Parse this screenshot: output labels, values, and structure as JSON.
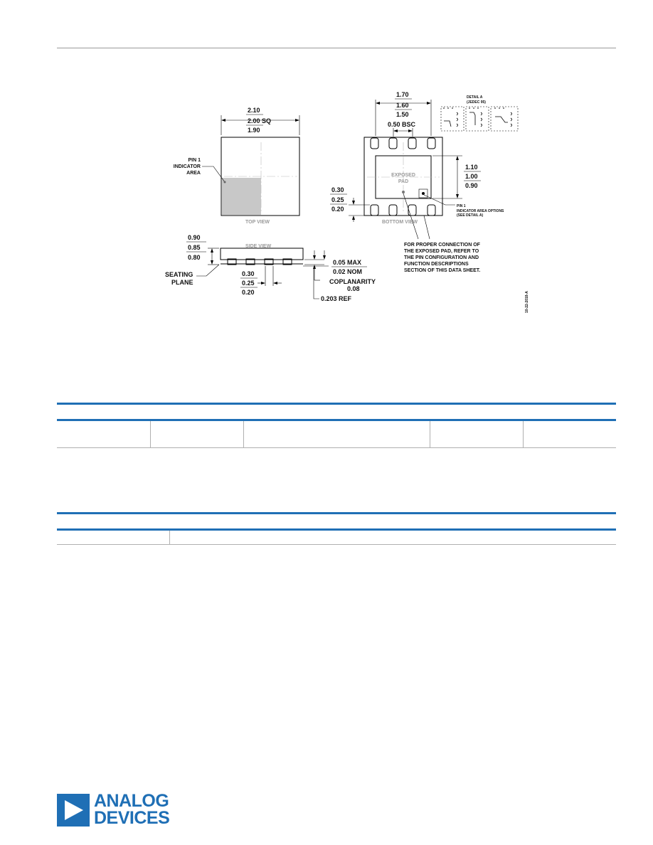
{
  "drawing": {
    "top_view": {
      "label": "TOP VIEW",
      "dims": [
        "2.10",
        "2.00 SQ",
        "1.90"
      ],
      "pin1_label": [
        "PIN 1",
        "INDICATOR",
        "AREA"
      ]
    },
    "side_view": {
      "label": "SIDE VIEW",
      "height_dims": [
        "0.90",
        "0.85",
        "0.80"
      ],
      "lead_dims": [
        "0.30",
        "0.25",
        "0.20"
      ],
      "standoff_dims": [
        "0.05 MAX",
        "0.02 NOM"
      ],
      "coplanarity": [
        "COPLANARITY",
        "0.08"
      ],
      "ref": "0.203 REF",
      "seating_plane": [
        "SEATING",
        "PLANE"
      ]
    },
    "bottom_view": {
      "label": "BOTTOM VIEW",
      "width_dims": [
        "1.70",
        "1.60",
        "1.50"
      ],
      "pitch": "0.50 BSC",
      "height_dims": [
        "1.10",
        "1.00",
        "0.90"
      ],
      "lead_dims": [
        "0.30",
        "0.25",
        "0.20"
      ],
      "pad_label": [
        "EXPOSED",
        "PAD"
      ],
      "pin1_options": [
        "PIN 1",
        "INDICATOR AREA OPTIONS",
        "(SEE DETAIL A)"
      ],
      "detail_label": [
        "DETAIL A",
        "(JEDEC 95)"
      ],
      "note": [
        "FOR PROPER CONNECTION OF",
        "THE EXPOSED PAD, REFER TO",
        "THE PIN CONFIGURATION AND",
        "FUNCTION DESCRIPTIONS",
        "SECTION OF THIS DATA SHEET."
      ]
    },
    "drawing_code": "10-22-2018-A"
  },
  "logo": {
    "line1": "ANALOG",
    "line2": "DEVICES"
  }
}
